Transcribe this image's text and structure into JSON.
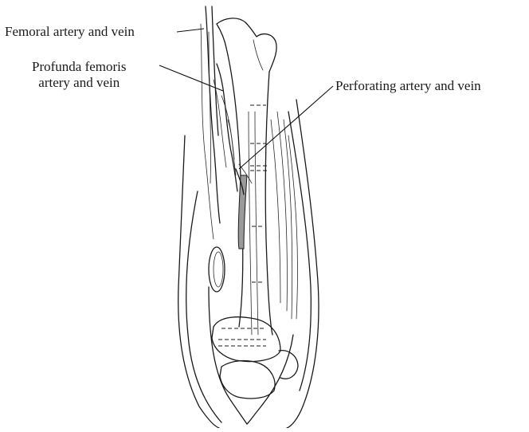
{
  "labels": {
    "femoral": "Femoral artery and vein",
    "profunda_line1": "Profunda femoris",
    "profunda_line2": "artery and vein",
    "perforating": "Perforating artery and vein"
  }
}
